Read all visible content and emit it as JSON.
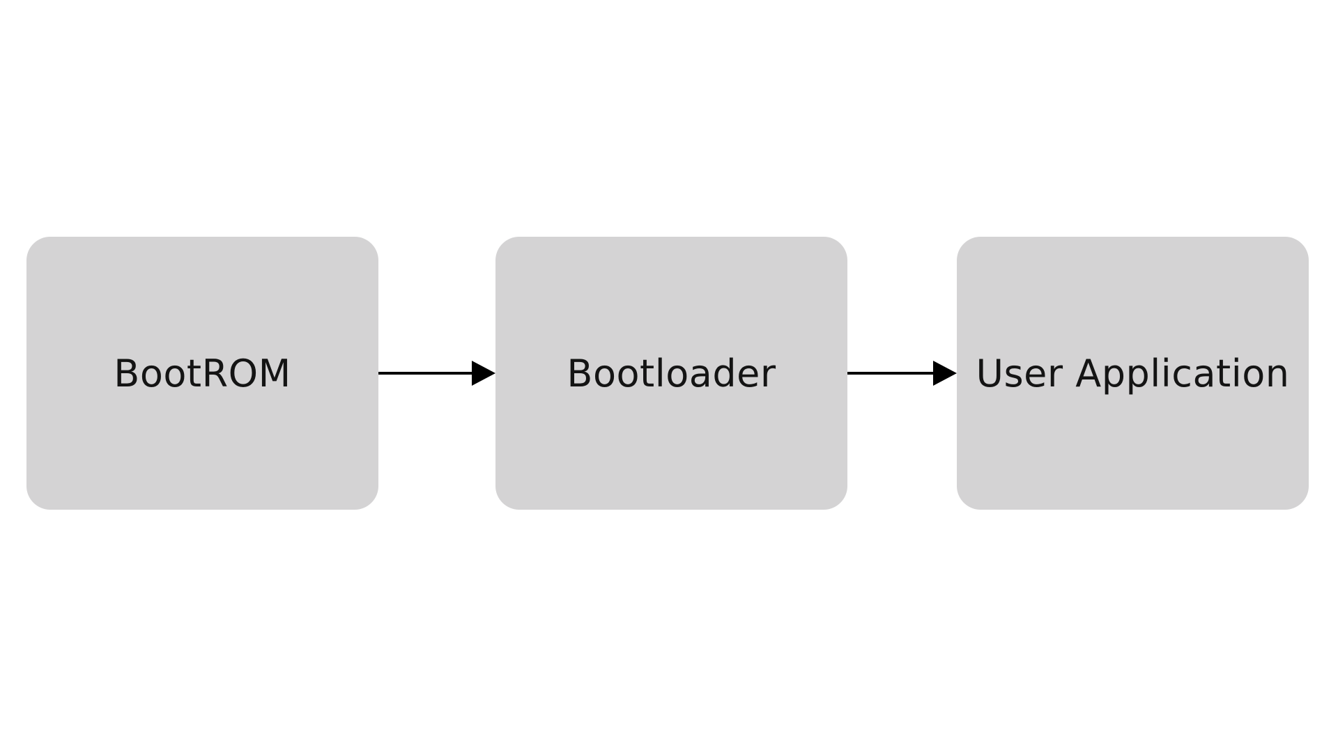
{
  "diagram": {
    "nodes": [
      {
        "id": "bootrom",
        "label": "BootROM"
      },
      {
        "id": "bootloader",
        "label": "Bootloader"
      },
      {
        "id": "user-application",
        "label": "User Application"
      }
    ],
    "edges": [
      {
        "from": "bootrom",
        "to": "bootloader"
      },
      {
        "from": "bootloader",
        "to": "user-application"
      }
    ],
    "colors": {
      "node_fill": "#d4d3d4",
      "node_text": "#141414",
      "arrow": "#000000",
      "background": "#ffffff"
    }
  }
}
